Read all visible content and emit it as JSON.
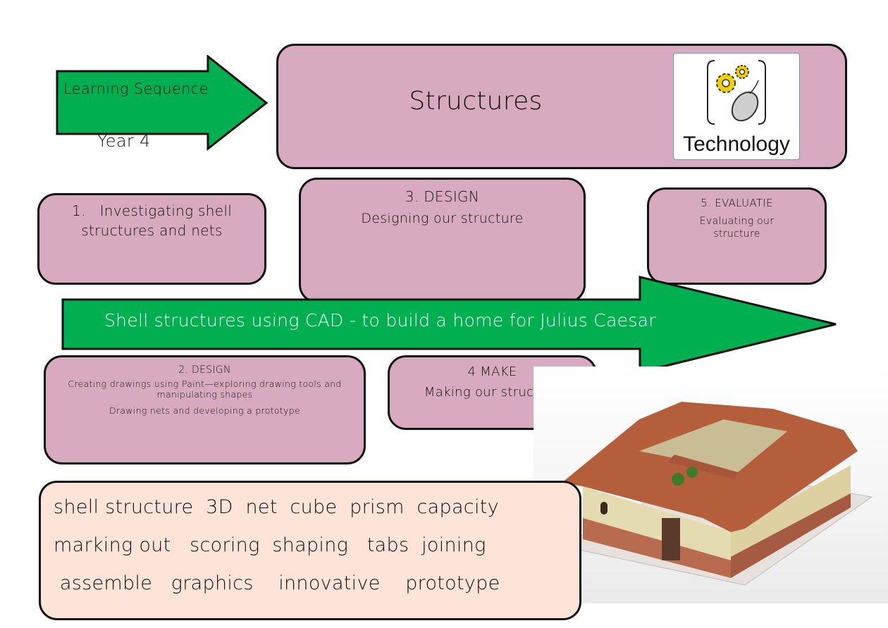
{
  "header_arrow": {
    "label": "Learning Sequence",
    "sublabel": "Year 4"
  },
  "title": {
    "text": "Structures"
  },
  "subject_badge": {
    "label": "Technology",
    "icon": "gears-mouse-icon"
  },
  "main_arrow": {
    "label": "Shell structures using CAD - to build a home for Julius Caesar"
  },
  "steps": [
    {
      "title": "1.   Investigating shell",
      "body": "structures and nets"
    },
    {
      "title": "2. DESIGN",
      "body": "Creating drawings using Paint—exploring drawing tools and manipulating shapes",
      "body2": "Drawing nets and developing a prototype"
    },
    {
      "title": "3. DESIGN",
      "body": "Designing our structure"
    },
    {
      "title": "4 MAKE",
      "body": "Making our structure"
    },
    {
      "title": "5. EVALUATIE",
      "body": "Evaluating our structure"
    }
  ],
  "vocabulary": {
    "lines": [
      "shell structure  3D  net  cube  prism  capacity",
      "marking out   scoring  shaping   tabs  joining",
      " assemble   graphics    innovative    prototype"
    ]
  },
  "image": {
    "alt": "Roman house model"
  },
  "colors": {
    "arrow_green": "#00b050",
    "box_pink": "#d8aabf",
    "vocab_peach": "#fde3d8"
  }
}
